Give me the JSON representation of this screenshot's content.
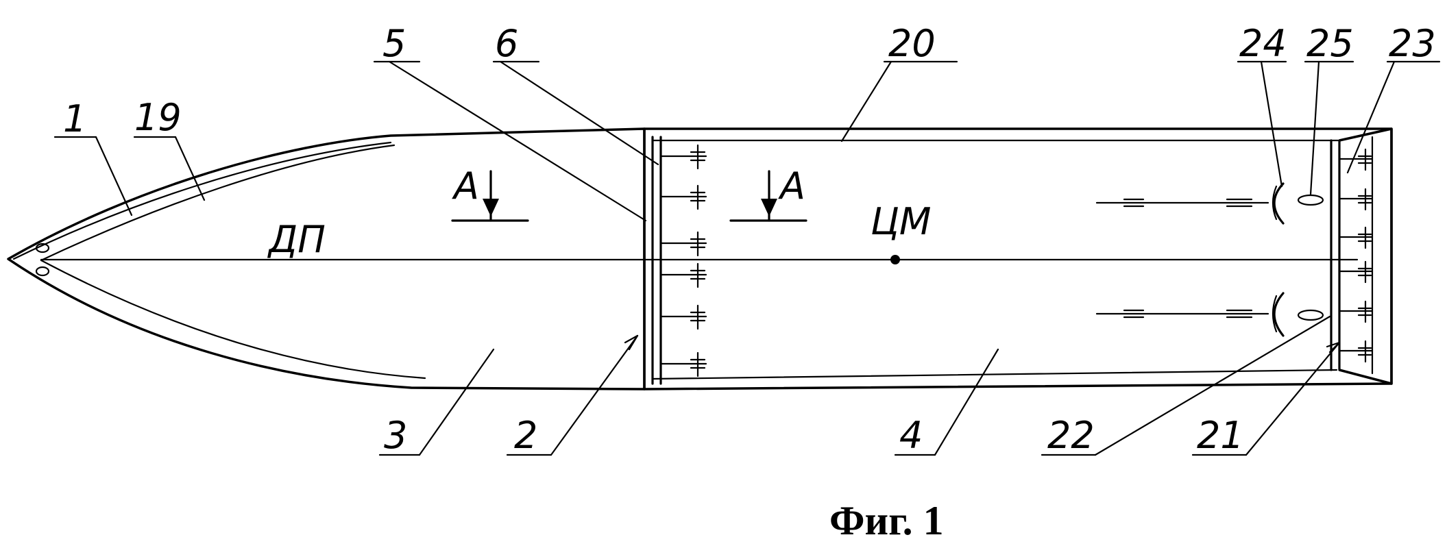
{
  "figure": {
    "caption": "Фиг. 1",
    "axis_label": "ДП",
    "center_mark_label": "ЦМ",
    "section_marks": [
      "А",
      "А"
    ],
    "callouts": [
      "1",
      "19",
      "5",
      "6",
      "20",
      "24",
      "25",
      "23",
      "3",
      "2",
      "4",
      "22",
      "21"
    ]
  }
}
